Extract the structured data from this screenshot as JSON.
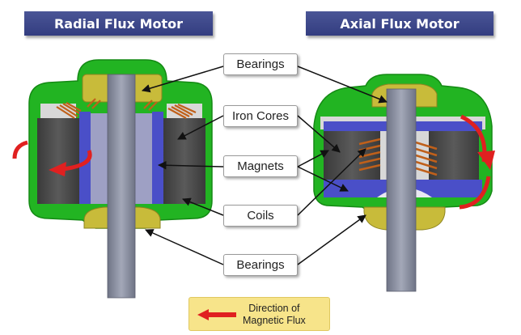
{
  "titles": {
    "left": "Radial Flux Motor",
    "right": "Axial Flux Motor"
  },
  "labels": {
    "bearings_top": "Bearings",
    "iron_cores": "Iron Cores",
    "magnets": "Magnets",
    "coils": "Coils",
    "bearings_bottom": "Bearings"
  },
  "legend": {
    "line1": "Direction of",
    "line2": "Magnetic Flux"
  },
  "colors": {
    "title_banner": "#3a4488",
    "housing_green": "#22b422",
    "iron_core": "#4a4a4a",
    "magnet_blue": "#4a4fc8",
    "bearing_yellow": "#c8bb3a",
    "shaft_gray": "#8a8fa0",
    "coil_copper": "#c0601a",
    "flux_arrow_red": "#e02020",
    "legend_bg": "#f7e48a"
  }
}
